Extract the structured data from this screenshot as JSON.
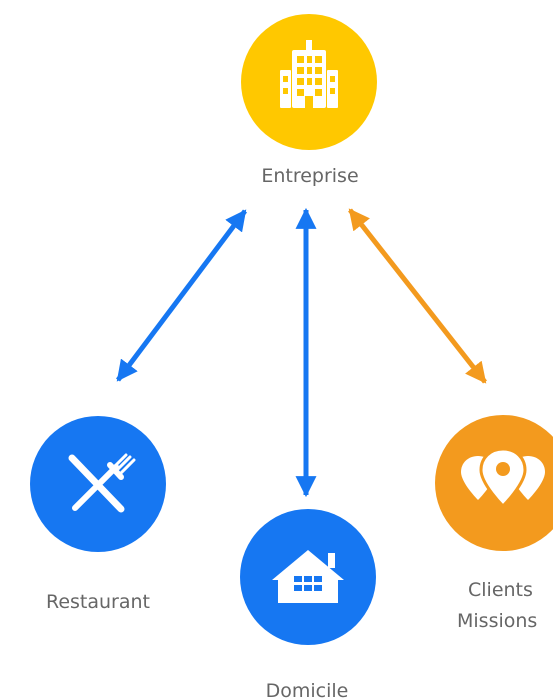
{
  "colors": {
    "blue": "#1677f2",
    "yellow": "#ffc800",
    "orange": "#f39a1e",
    "label": "#666666",
    "icon": "#ffffff"
  },
  "nodes": {
    "entreprise": {
      "label": "Entreprise",
      "icon": "office-building-icon"
    },
    "restaurant": {
      "label": "Restaurant",
      "icon": "fork-knife-icon"
    },
    "domicile": {
      "label": "Domicile",
      "icon": "house-icon"
    },
    "clients": {
      "label_line1": "Clients",
      "label_line2": "Missions",
      "icon": "location-pins-icon"
    }
  },
  "links": [
    {
      "from": "Entreprise",
      "to": "Restaurant",
      "direction": "bidirectional",
      "color": "blue"
    },
    {
      "from": "Entreprise",
      "to": "Domicile",
      "direction": "bidirectional",
      "color": "blue"
    },
    {
      "from": "Entreprise",
      "to": "Clients Missions",
      "direction": "bidirectional",
      "color": "orange"
    }
  ]
}
